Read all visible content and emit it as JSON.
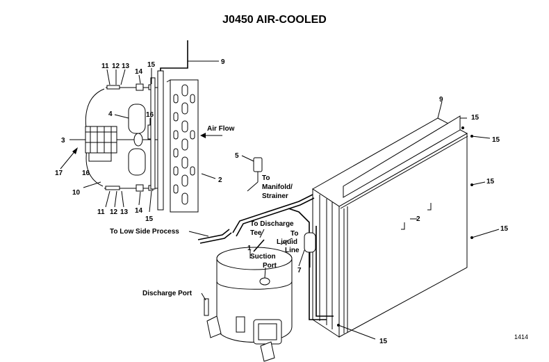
{
  "title": "J0450 AIR-COOLED",
  "figure_number": "1414",
  "labels": {
    "air_flow": "Air Flow",
    "to_manifold_strainer_1": "To",
    "to_manifold_strainer_2": "Manifold/",
    "to_manifold_strainer_3": "Strainer",
    "to_low_side_process": "To Low Side Process",
    "to_discharge_tee_1": "To Discharge",
    "to_discharge_tee_2": "Tee",
    "to_liquid_line_1": "To",
    "to_liquid_line_2": "Liquid",
    "to_liquid_line_3": "Line",
    "suction_port_1": "Suction",
    "suction_port_2": "Port",
    "discharge_port": "Discharge Port"
  },
  "callouts": {
    "c11a": "11",
    "c12a": "12",
    "c13a": "13",
    "c14a": "14",
    "c15a": "15",
    "c9a": "9",
    "c4": "4",
    "c16a": "16",
    "c3": "3",
    "c17": "17",
    "c16b": "16",
    "c10": "10",
    "c11b": "11",
    "c12b": "12",
    "c13b": "13",
    "c14b": "14",
    "c15b": "15",
    "c2a": "2",
    "c5": "5",
    "c9b": "9",
    "c15c": "15",
    "c15d": "15",
    "c15e": "15",
    "c15f": "15",
    "c15g": "15",
    "c2b": "2",
    "c1": "1",
    "c7": "7"
  }
}
